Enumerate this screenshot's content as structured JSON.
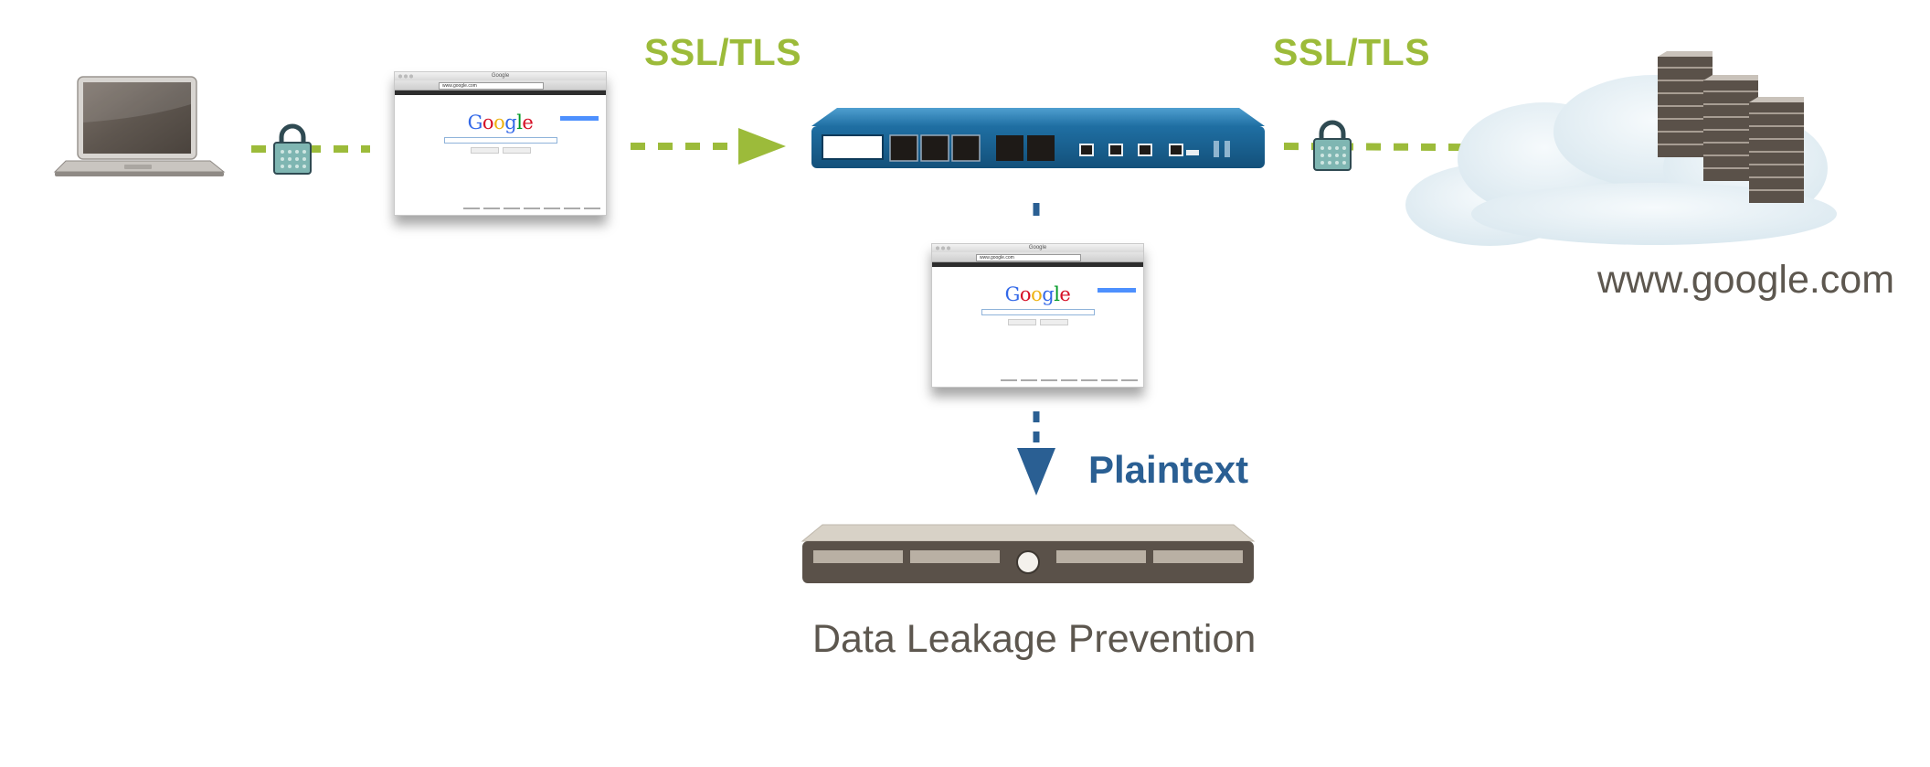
{
  "labels": {
    "ssl_left": "SSL/TLS",
    "ssl_right": "SSL/TLS",
    "plaintext": "Plaintext",
    "dlp": "Data Leakage Prevention",
    "google_domain": "www.google.com"
  },
  "browser_windows": {
    "window_title": "Google",
    "url_text": "www.google.com",
    "logo_letters": [
      "G",
      "o",
      "o",
      "g",
      "l",
      "e"
    ]
  },
  "colors": {
    "ssl_green": "#9cbb3a",
    "plaintext_blue": "#2a5f93",
    "firewall_blue": "#1f6fa3",
    "lock_teal": "#7fb6b2",
    "server_brown": "#5a5149",
    "text_grey": "#5d574f"
  }
}
